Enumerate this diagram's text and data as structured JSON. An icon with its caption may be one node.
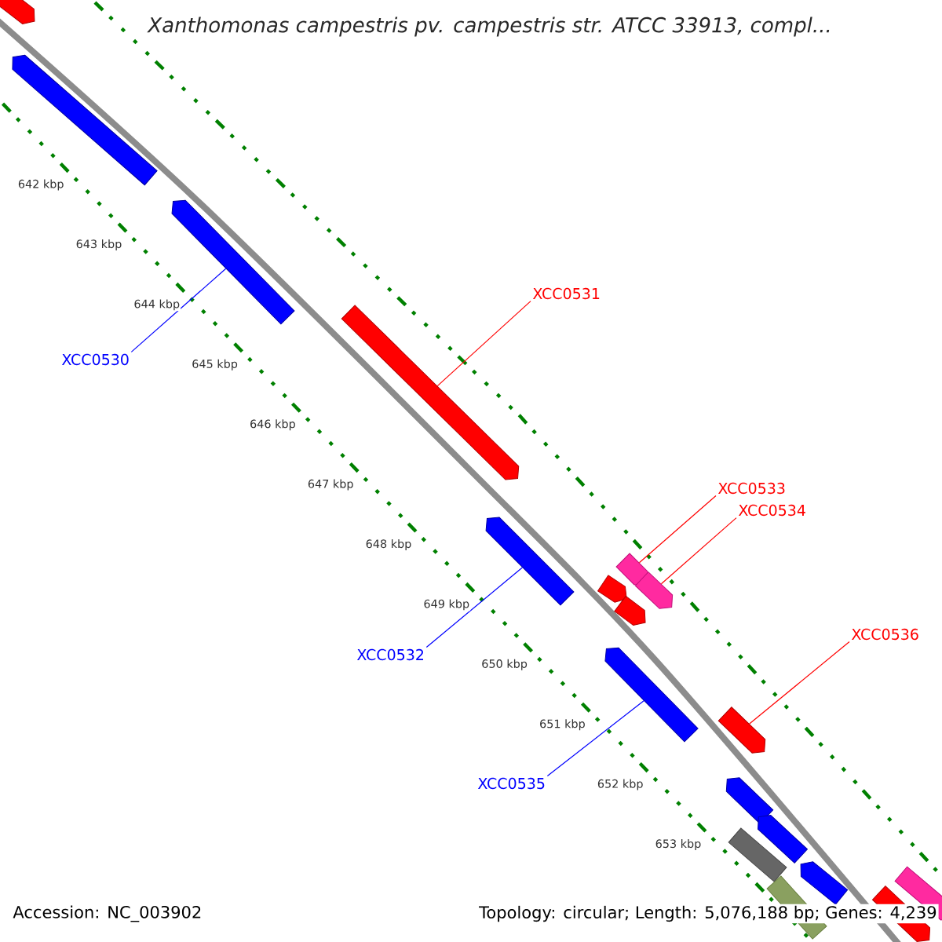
{
  "diagram": {
    "title": "Xanthomonas campestris pv. campestris str. ATCC 33913, compl...",
    "nodes": [
      {
        "text": [
          "XCC0531"
        ]
      },
      {
        "text": [
          "XCC0530"
        ]
      },
      {
        "text": [
          "XCC0533"
        ]
      },
      {
        "text": [
          "XCC0534"
        ]
      },
      {
        "text": [
          "XCC0536"
        ]
      },
      {
        "text": [
          "XCC0532"
        ]
      },
      {
        "text": [
          "XCC0535"
        ]
      },
      {
        "text": [],
        "shape": "bar"
      },
      {
        "text": [],
        "shape": "bar"
      },
      {
        "text": [],
        "shape": "bar"
      },
      {
        "text": [],
        "shape": "bar"
      },
      {
        "text": [],
        "shape": "bar"
      },
      {
        "text": [],
        "shape": "bar"
      },
      {
        "text": [],
        "shape": "bar"
      },
      {
        "text": [],
        "shape": "bar"
      },
      {
        "text": [],
        "shape": "bar"
      },
      {
        "text": [],
        "shape": "bar"
      },
      {
        "text": [],
        "shape": "bar"
      },
      {
        "text": [],
        "shape": "bar"
      },
      {
        "text": [],
        "shape": "bar"
      },
      {
        "text": [],
        "shape": "box"
      },
      {
        "text": [],
        "shape": "bar"
      },
      {
        "text": [],
        "shape": "bar"
      },
      {
        "text": [],
        "shape": "box"
      },
      {
        "text": [],
        "shape": "bar"
      }
    ],
    "edges": [
      {
        "from": 0,
        "to": 10,
        "arrow": "none"
      },
      {
        "from": 1,
        "to": 9,
        "arrow": "none",
        "color": "#0000ff"
      },
      {
        "from": 2,
        "to": 12,
        "arrow": "none"
      },
      {
        "from": 3,
        "to": 13,
        "arrow": "none"
      },
      {
        "from": 4,
        "to": 17,
        "arrow": "none"
      },
      {
        "from": 5,
        "to": 11,
        "arrow": "none",
        "color": "#0000ff"
      },
      {
        "from": 6,
        "to": 16,
        "arrow": "none",
        "color": "#0000ff"
      }
    ],
    "labels": [
      "642 kbp",
      "643 kbp",
      "644 kbp",
      "645 kbp",
      "646 kbp",
      "647 kbp",
      "648 kbp",
      "649 kbp",
      "650 kbp",
      "651 kbp",
      "652 kbp",
      "653 kbp",
      "Accession: NC_003902",
      "Topology: circular; Length: 5,076,188 bp; Genes: 4,239"
    ]
  }
}
